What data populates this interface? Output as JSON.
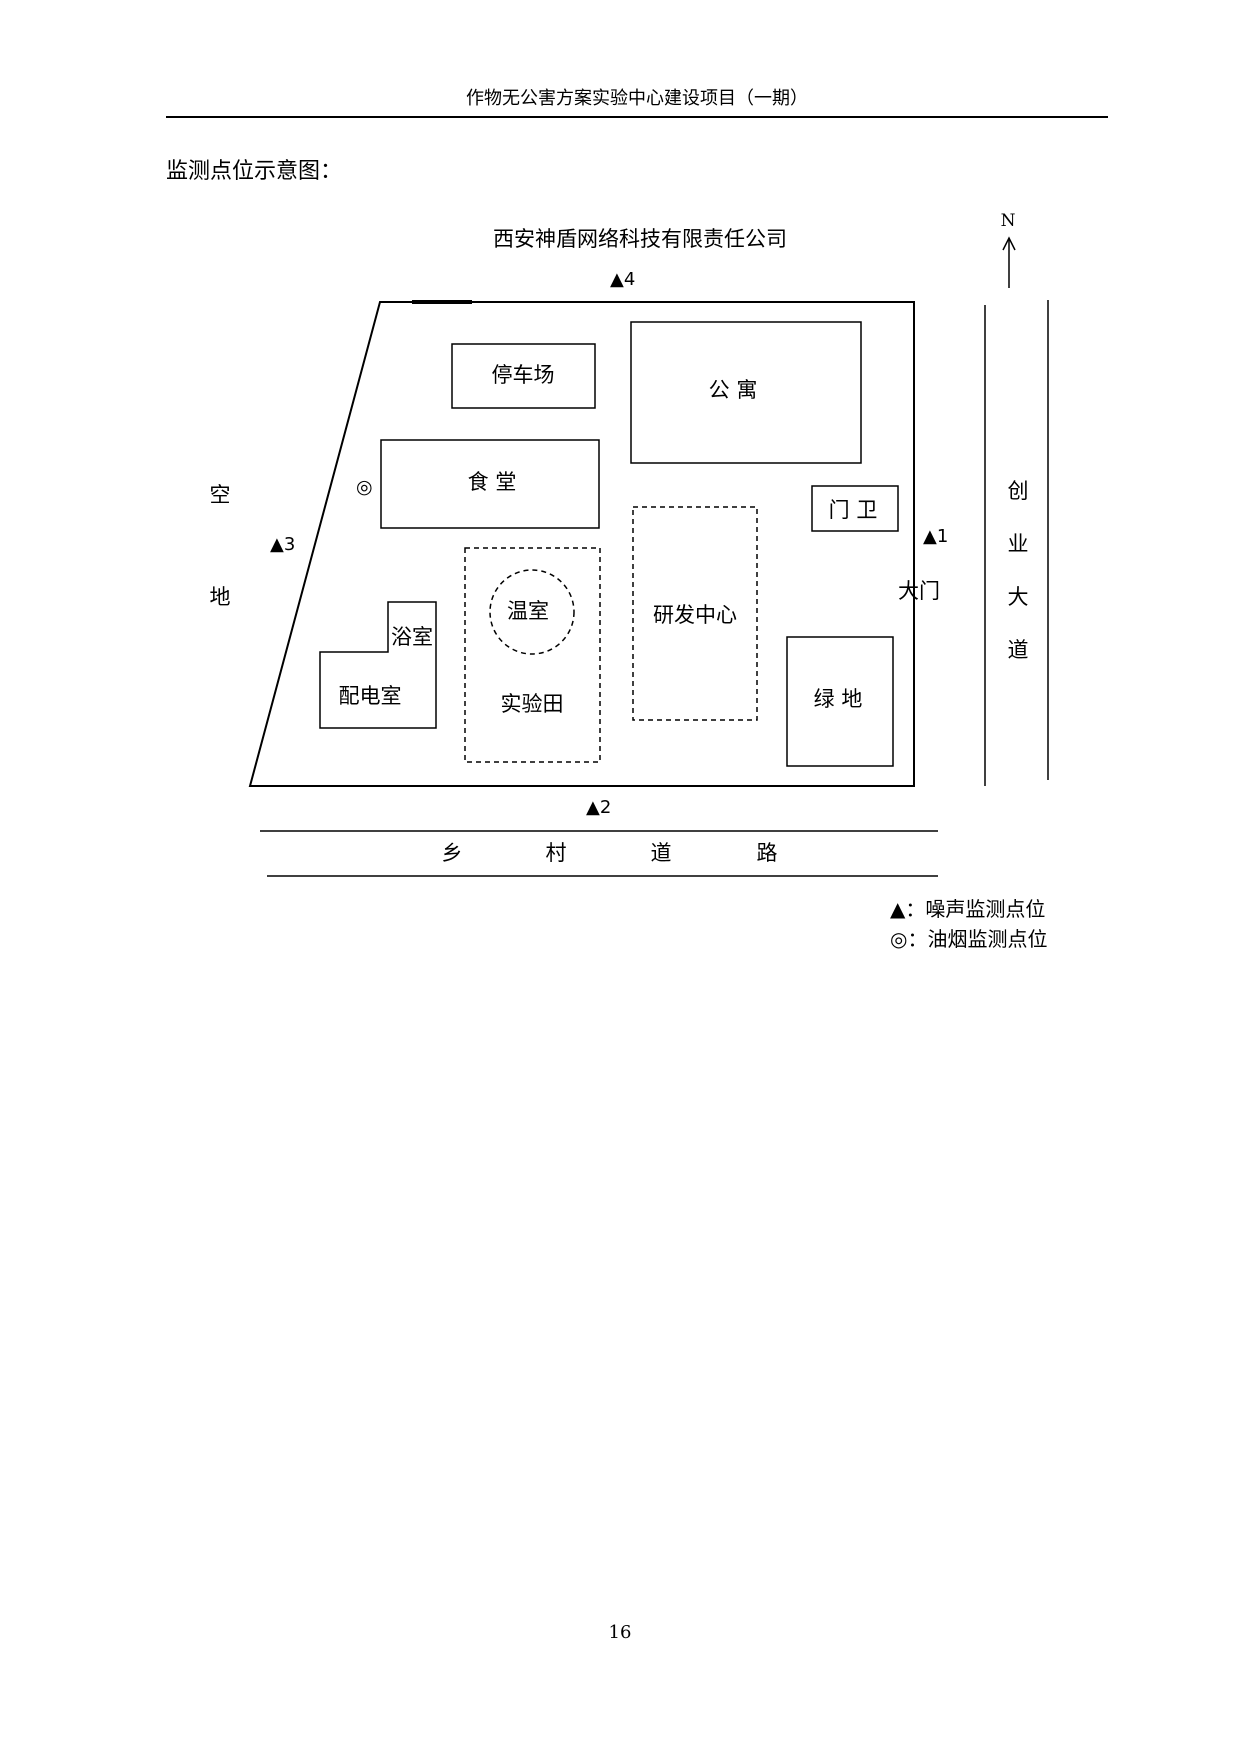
{
  "header": {
    "title": "作物无公害方案实验中心建设项目（一期）"
  },
  "section": {
    "title": "监测点位示意图："
  },
  "diagram": {
    "company": "西安神盾网络科技有限责任公司",
    "north": "N",
    "buildings": {
      "parking": "停车场",
      "apartment": "公 寓",
      "canteen": "食 堂",
      "guard": "门 卫",
      "greenhouse": "温室",
      "experiment_field": "实验田",
      "rnd_center": "研发中心",
      "bathroom": "浴室",
      "power_room": "配电室",
      "green_space": "绿 地"
    },
    "gate": "大门",
    "vacant_land": [
      "空",
      "地"
    ],
    "avenue": [
      "创",
      "业",
      "大",
      "道"
    ],
    "road": [
      "乡",
      "村",
      "道",
      "路"
    ],
    "points": {
      "p1": "▲1",
      "p2": "▲2",
      "p3": "▲3",
      "p4": "▲4",
      "smoke": "◎"
    }
  },
  "legend": {
    "noise": "▲：噪声监测点位",
    "smoke": "◎：油烟监测点位"
  },
  "page_number": "16"
}
